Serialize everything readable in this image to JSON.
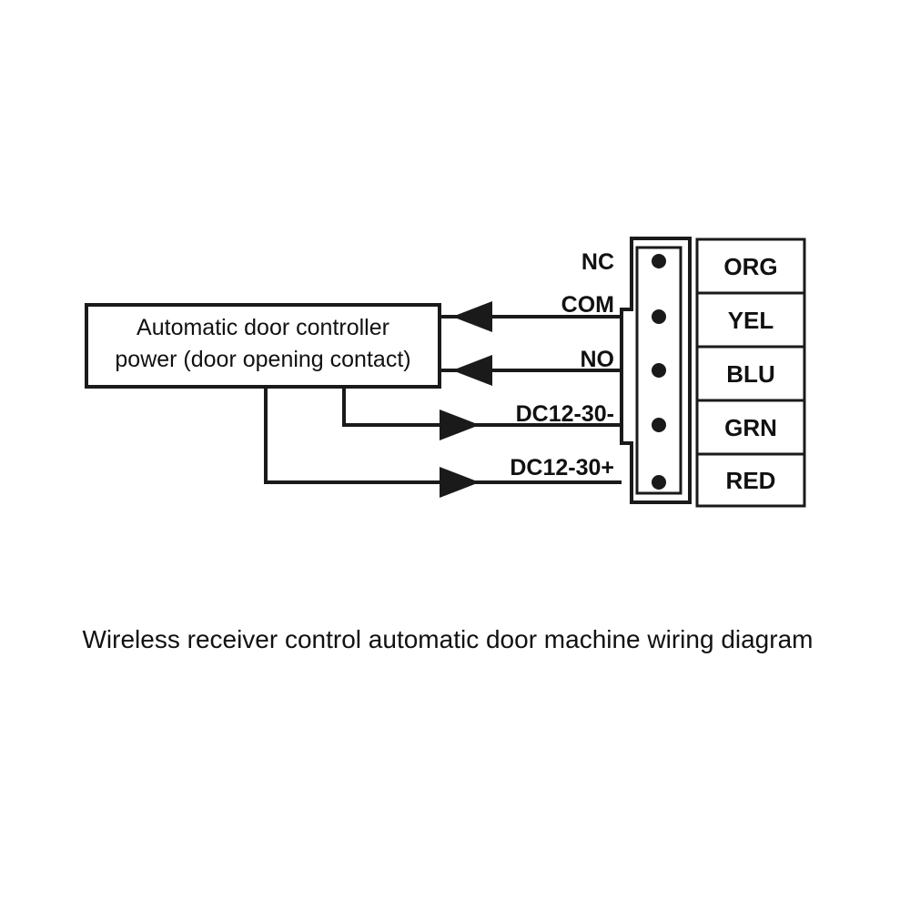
{
  "diagram": {
    "caption": "Wireless receiver control automatic door machine wiring diagram",
    "controller_box": {
      "line1": "Automatic door controller",
      "line2": "power (door opening contact)"
    },
    "terminals": [
      {
        "pin_label": "NC",
        "color_label": "ORG",
        "direction": "none"
      },
      {
        "pin_label": "COM",
        "color_label": "YEL",
        "direction": "left"
      },
      {
        "pin_label": "NO",
        "color_label": "BLU",
        "direction": "left"
      },
      {
        "pin_label": "DC12-30-",
        "color_label": "GRN",
        "direction": "right"
      },
      {
        "pin_label": "DC12-30+",
        "color_label": "RED",
        "direction": "right"
      }
    ],
    "colors": {
      "line": "#1a1a1a",
      "background": "#ffffff",
      "text": "#111111"
    }
  }
}
